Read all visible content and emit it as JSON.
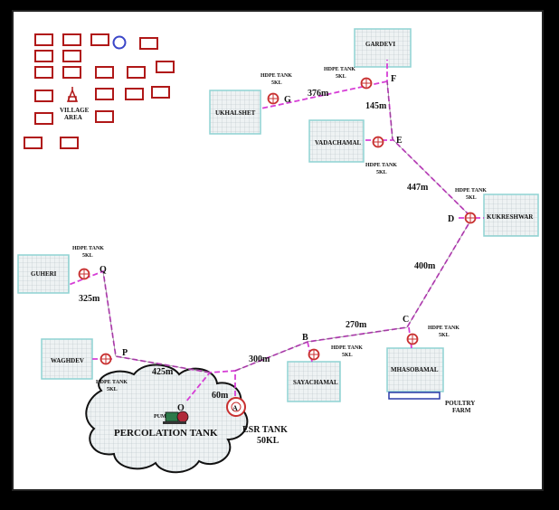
{
  "village": {
    "label_line1": "VILLAGE",
    "label_line2": "AREA"
  },
  "villages": [
    {
      "id": "gardevi",
      "name": "GARDEVI"
    },
    {
      "id": "ukhalshet",
      "name": "UKHALSHET"
    },
    {
      "id": "vadachamal",
      "name": "VADACHAMAL"
    },
    {
      "id": "kukreshwar",
      "name": "KUKRESHWAR"
    },
    {
      "id": "guheri",
      "name": "GUHERI"
    },
    {
      "id": "waghdev",
      "name": "WAGHDEV"
    },
    {
      "id": "sayachamal",
      "name": "SAYACHAMAL"
    },
    {
      "id": "mhasobamal",
      "name": "MHASOBAMAL"
    }
  ],
  "nodes": [
    {
      "id": "A",
      "label": "A"
    },
    {
      "id": "B",
      "label": "B"
    },
    {
      "id": "C",
      "label": "C"
    },
    {
      "id": "D",
      "label": "D"
    },
    {
      "id": "E",
      "label": "E"
    },
    {
      "id": "F",
      "label": "F"
    },
    {
      "id": "G",
      "label": "G"
    },
    {
      "id": "O",
      "label": "O"
    },
    {
      "id": "P",
      "label": "P"
    },
    {
      "id": "Q",
      "label": "Q"
    }
  ],
  "tank_labels": {
    "line1": "HDPE TANK",
    "line2": "5KL"
  },
  "distances": [
    {
      "id": "gf",
      "text": "376m"
    },
    {
      "id": "fe",
      "text": "145m"
    },
    {
      "id": "ed",
      "text": "447m"
    },
    {
      "id": "dc",
      "text": "400m"
    },
    {
      "id": "cb",
      "text": "270m"
    },
    {
      "id": "ba",
      "text": "300m"
    },
    {
      "id": "ao",
      "text": "60m"
    },
    {
      "id": "op",
      "text": "425m"
    },
    {
      "id": "pq",
      "text": "325m"
    }
  ],
  "percolation": {
    "label": "PERCOLATION TANK",
    "pump": "PUMP"
  },
  "esr": {
    "line1": "ESR TANK",
    "line2": "50KL"
  },
  "poultry": {
    "line1": "POULTRY",
    "line2": "FARM"
  },
  "colors": {
    "pipe": "#d63fd6",
    "house": "#b01818",
    "tank_ring": "#c83030",
    "village_fill": "#e9eef0",
    "village_border": "#8fd3d3",
    "well": "#3a46c8"
  }
}
